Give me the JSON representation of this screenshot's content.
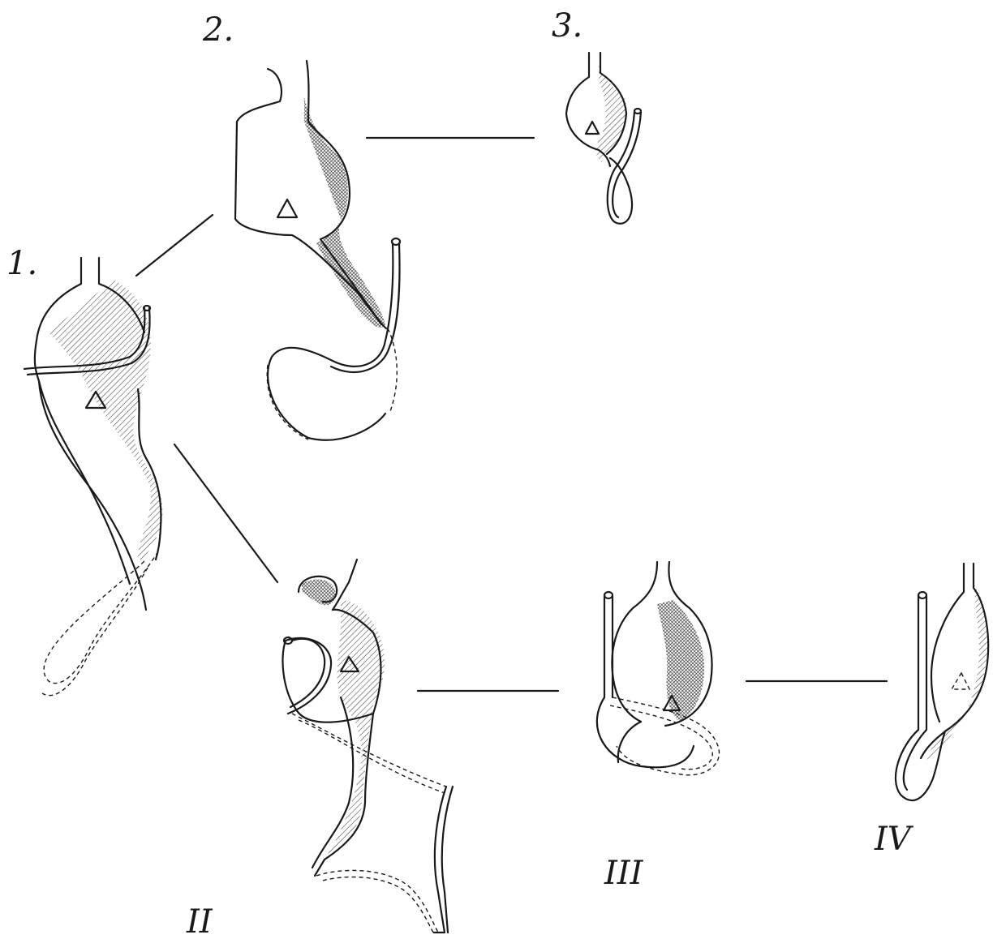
{
  "labels": {
    "fig1": "1.",
    "fig2": "2.",
    "fig3": "3.",
    "figII": "II",
    "figIII": "III",
    "figIV": "IV"
  },
  "colors": {
    "ink": "#1a1a1a",
    "paper": "#ffffff"
  }
}
